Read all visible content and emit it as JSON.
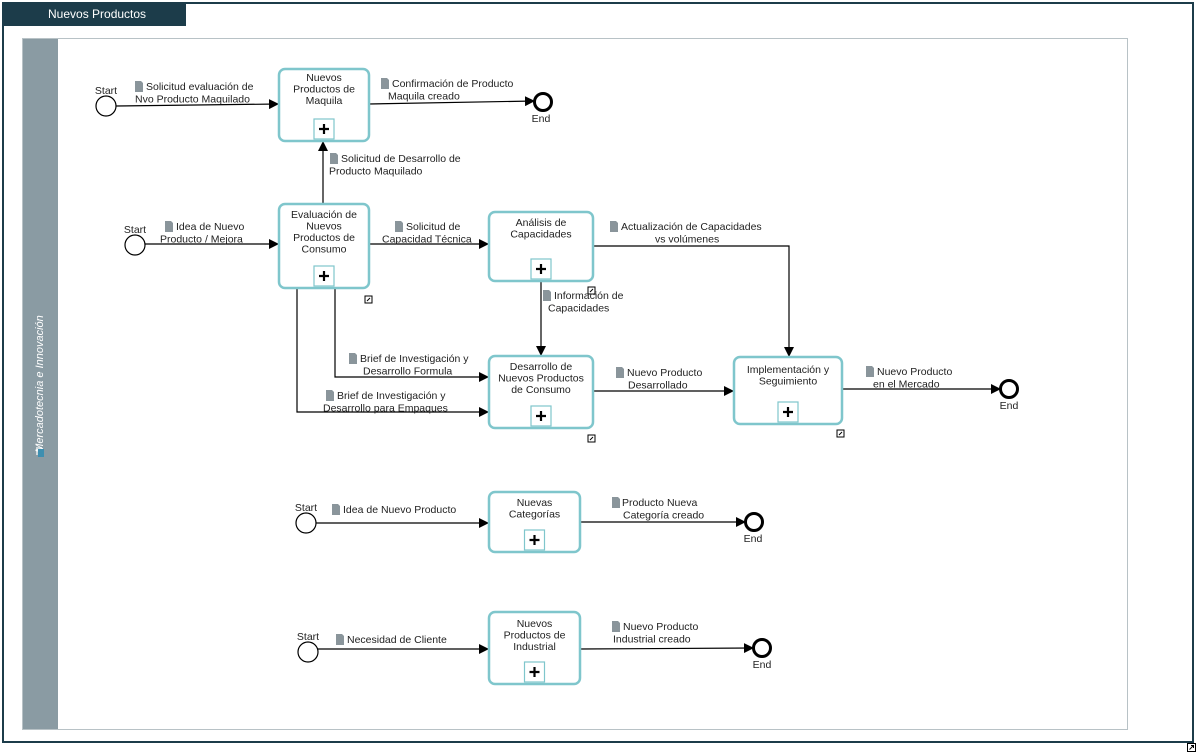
{
  "tab": {
    "label": "Nuevos Productos"
  },
  "lane": {
    "label": "Mercadotecnia e Innovación"
  },
  "colors": {
    "header": "#1c3c4a",
    "lane": "#8a9ba3",
    "task_border": "#7fc6cc",
    "doc_icon": "#8a959b"
  },
  "events": {
    "start1": "Start",
    "start2": "Start",
    "start3": "Start",
    "start4": "Start",
    "end1": "End",
    "end2": "End",
    "end3": "End",
    "end4": "End"
  },
  "tasks": {
    "maquila": [
      "Nuevos",
      "Productos de",
      "Maquila"
    ],
    "evaluacion": [
      "Evaluación de",
      "Nuevos",
      "Productos de",
      "Consumo"
    ],
    "analisis": [
      "Análisis de",
      "Capacidades"
    ],
    "desarrollo": [
      "Desarrollo de",
      "Nuevos Productos",
      "de Consumo"
    ],
    "implementacion": [
      "Implementación y",
      "Seguimiento"
    ],
    "categorias": [
      "Nuevas",
      "Categorías"
    ],
    "industrial": [
      "Nuevos",
      "Productos de",
      "Industrial"
    ]
  },
  "flows": {
    "f1": [
      "Solicitud evaluación de",
      "Nvo  Producto Maquilado"
    ],
    "f2": [
      "Confirmación de Producto",
      "Maquila creado"
    ],
    "f3": [
      "Solicitud de Desarrollo de",
      "Producto Maquilado"
    ],
    "f4": [
      "Idea de Nuevo",
      "Producto / Mejora"
    ],
    "f5": [
      "Solicitud de",
      "Capacidad Técnica"
    ],
    "f6": [
      "Actualización de Capacidades",
      "vs volúmenes"
    ],
    "f7": [
      "Información de",
      "Capacidades"
    ],
    "f8": [
      "Brief de Investigación y",
      "Desarrollo Formula"
    ],
    "f9": [
      "Brief de Investigación y",
      "Desarrollo para Empaques"
    ],
    "f10": [
      "Nuevo Producto",
      "Desarrollado"
    ],
    "f11": [
      "Nuevo Producto",
      "en el Mercado"
    ],
    "f12": [
      "Idea de Nuevo Producto"
    ],
    "f13": [
      "Producto Nueva",
      "Categoría creado"
    ],
    "f14": [
      "Necesidad de Cliente"
    ],
    "f15": [
      "Nuevo Producto",
      "Industrial creado"
    ]
  },
  "icons": {
    "subprocess_marker": "plus-icon",
    "message_doc": "document-icon",
    "link_marker": "link-icon"
  }
}
